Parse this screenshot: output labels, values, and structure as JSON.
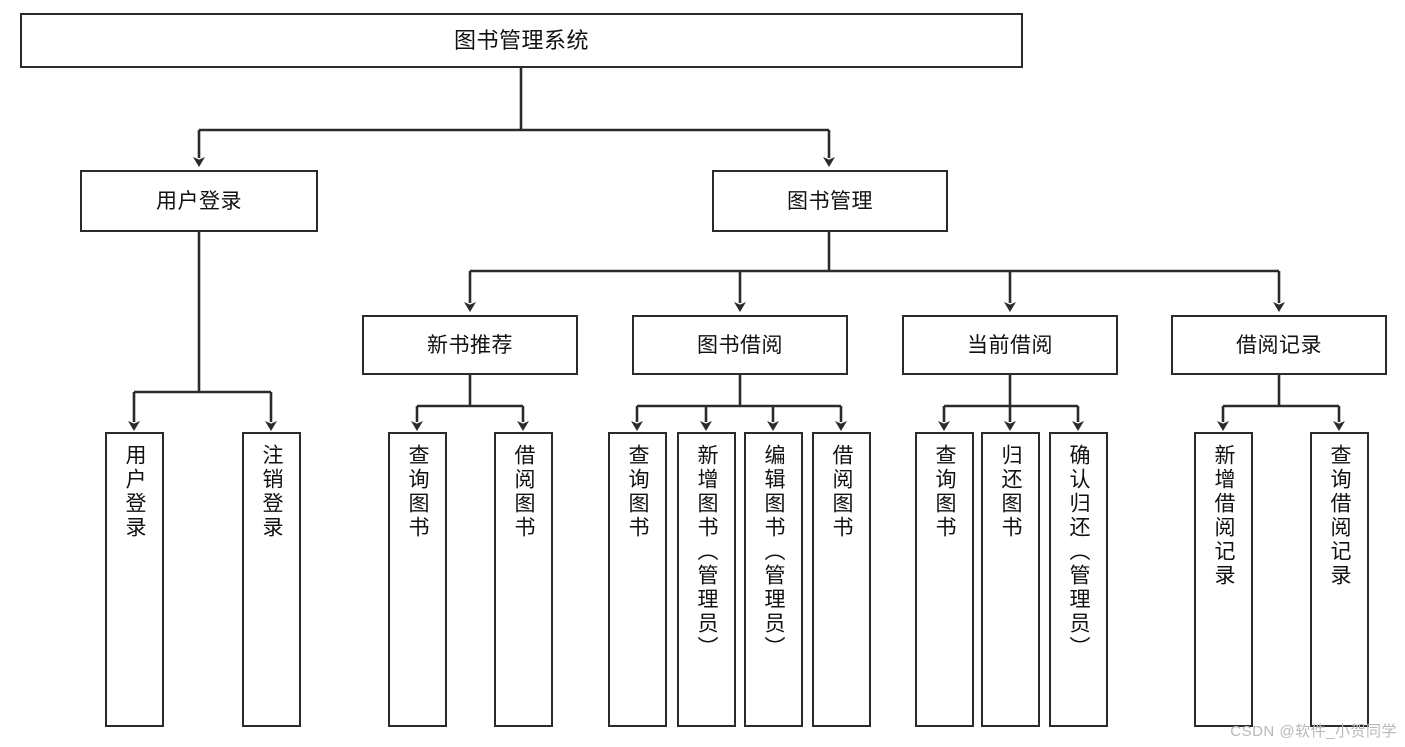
{
  "diagram": {
    "title": "图书管理系统",
    "watermark": "CSDN @软件_小贺同学",
    "line_color": "#2b2b2b",
    "box_fill": "#ffffff",
    "text_color": "#111111",
    "watermark_color": "#b8b8b8",
    "root": {
      "label": "图书管理系统"
    },
    "level1": [
      {
        "label": "用户登录"
      },
      {
        "label": "图书管理"
      }
    ],
    "level2": [
      {
        "label": "新书推荐"
      },
      {
        "label": "图书借阅"
      },
      {
        "label": "当前借阅"
      },
      {
        "label": "借阅记录"
      }
    ],
    "leaves": {
      "user_login": [
        {
          "label": "用户登录"
        },
        {
          "label": "注销登录"
        }
      ],
      "new_book_recommend": [
        {
          "label": "查询图书"
        },
        {
          "label": "借阅图书"
        }
      ],
      "book_borrow": [
        {
          "label": "查询图书"
        },
        {
          "label": "新增图书（管理员）"
        },
        {
          "label": "编辑图书（管理员）"
        },
        {
          "label": "借阅图书"
        }
      ],
      "current_borrow": [
        {
          "label": "查询图书"
        },
        {
          "label": "归还图书"
        },
        {
          "label": "确认归还（管理员）"
        }
      ],
      "borrow_record": [
        {
          "label": "新增借阅记录"
        },
        {
          "label": "查询借阅记录"
        }
      ]
    }
  }
}
